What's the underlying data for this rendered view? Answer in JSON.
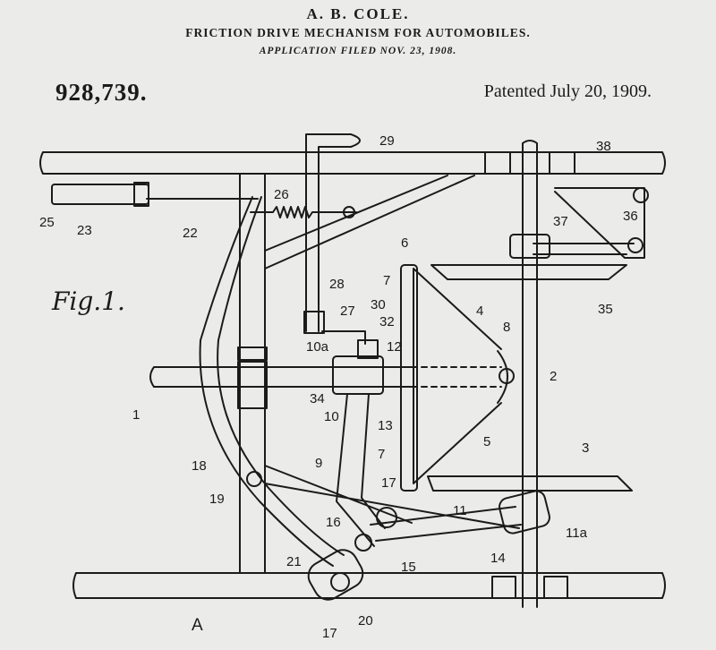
{
  "header": {
    "inventor": "A. B. COLE.",
    "title": "FRICTION DRIVE MECHANISM FOR AUTOMOBILES.",
    "filed": "APPLICATION FILED NOV. 23, 1908.",
    "patent_number": "928,739.",
    "patented": "Patented July 20, 1909."
  },
  "figure": {
    "label": "Fig.1.",
    "ref_labels": [
      "29",
      "38",
      "25",
      "23",
      "22",
      "26",
      "36",
      "37",
      "6",
      "7",
      "28",
      "4",
      "35",
      "27",
      "30",
      "32",
      "8",
      "10a",
      "12",
      "1",
      "2",
      "34",
      "10",
      "13",
      "5",
      "9",
      "7",
      "3",
      "18",
      "17",
      "19",
      "11",
      "11a",
      "16",
      "14",
      "15",
      "21",
      "20",
      "17",
      "A"
    ]
  }
}
